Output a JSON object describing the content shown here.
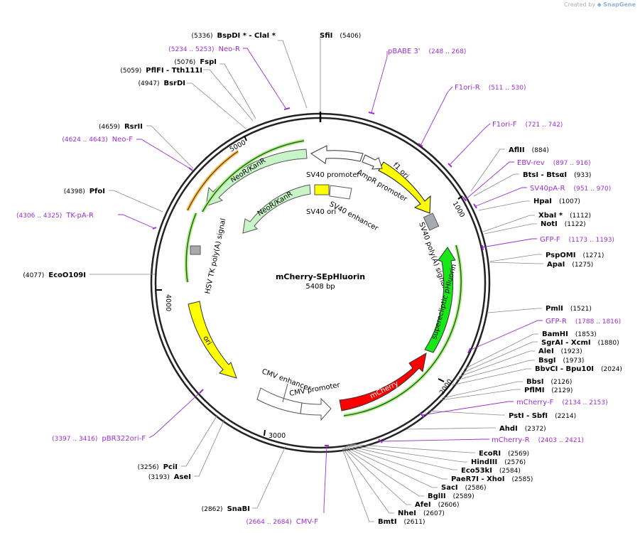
{
  "credit": {
    "prefix": "Created by",
    "brand": "SnapGene"
  },
  "plasmid": {
    "name": "mCherry-SEpHluorin",
    "length": 5408,
    "length_label": "5408 bp"
  },
  "ticks": [
    "1000",
    "2000",
    "3000",
    "4000",
    "5000"
  ],
  "colors": {
    "primer": "#9b30d0",
    "yellow": "#ffff00",
    "green": "#18e818",
    "red": "#ff0000",
    "light_green": "#c8f5c8",
    "gray": "#a7aab0",
    "orange": "#f7c86a",
    "white": "#ffffff"
  },
  "enzymes_left": [
    {
      "pos": "(5336)",
      "name": "BspDI * - ClaI *"
    },
    {
      "pos": "(5076)",
      "name": "FspI"
    },
    {
      "pos": "(5059)",
      "name": "PflFI - Tth111I"
    },
    {
      "pos": "(4947)",
      "name": "BsrDI"
    },
    {
      "pos": "(4659)",
      "name": "RsrII"
    },
    {
      "pos": "(4398)",
      "name": "PfoI"
    },
    {
      "pos": "(4077)",
      "name": "EcoO109I"
    },
    {
      "pos": "(3256)",
      "name": "PciI"
    },
    {
      "pos": "(3193)",
      "name": "AseI"
    },
    {
      "pos": "(2862)",
      "name": "SnaBI"
    }
  ],
  "enzymes_right": [
    {
      "name": "SfiI",
      "pos": "(5406)"
    },
    {
      "name": "AflII",
      "pos": "(884)"
    },
    {
      "name": "BtsI - BtsαI",
      "pos": "(933)"
    },
    {
      "name": "HpaI",
      "pos": "(1007)"
    },
    {
      "name": "XbaI *",
      "pos": "(1112)"
    },
    {
      "name": "NotI",
      "pos": "(1122)"
    },
    {
      "name": "PspOMI",
      "pos": "(1271)"
    },
    {
      "name": "ApaI",
      "pos": "(1275)"
    },
    {
      "name": "PmlI",
      "pos": "(1521)"
    },
    {
      "name": "BamHI",
      "pos": "(1853)"
    },
    {
      "name": "SgrAI - XcmI",
      "pos": "(1880)"
    },
    {
      "name": "AleI",
      "pos": "(1923)"
    },
    {
      "name": "BsgI",
      "pos": "(1973)"
    },
    {
      "name": "BbvCI - Bpu10I",
      "pos": "(2024)"
    },
    {
      "name": "BbsI",
      "pos": "(2126)"
    },
    {
      "name": "PflMI",
      "pos": "(2129)"
    },
    {
      "name": "PstI - SbfI",
      "pos": "(2214)"
    },
    {
      "name": "AhdI",
      "pos": "(2372)"
    },
    {
      "name": "EcoRI",
      "pos": "(2569)"
    },
    {
      "name": "HindIII",
      "pos": "(2576)"
    },
    {
      "name": "Eco53kI",
      "pos": "(2584)"
    },
    {
      "name": "PaeR7I - XhoI",
      "pos": "(2585)"
    },
    {
      "name": "SacI",
      "pos": "(2586)"
    },
    {
      "name": "BglII",
      "pos": "(2589)"
    },
    {
      "name": "AfeI",
      "pos": "(2606)"
    },
    {
      "name": "NheI",
      "pos": "(2607)"
    },
    {
      "name": "BmtI",
      "pos": "(2611)"
    }
  ],
  "primers": [
    {
      "pos": "(5234 .. 5253)",
      "name": "Neo-R"
    },
    {
      "pos": "(248 .. 268)",
      "name": "pBABE 3'"
    },
    {
      "pos": "(511 .. 530)",
      "name": "F1ori-R"
    },
    {
      "pos": "(721 .. 742)",
      "name": "F1ori-F"
    },
    {
      "pos": "(897 .. 916)",
      "name": "EBV-rev"
    },
    {
      "pos": "(951 .. 970)",
      "name": "SV40pA-R"
    },
    {
      "pos": "(1173 .. 1193)",
      "name": "GFP-F"
    },
    {
      "pos": "(1788 .. 1816)",
      "name": "GFP-R"
    },
    {
      "pos": "(2134 .. 2153)",
      "name": "mCherry-F"
    },
    {
      "pos": "(2403 .. 2421)",
      "name": "mCherry-R"
    },
    {
      "pos": "(2664 .. 2684)",
      "name": "CMV-F"
    },
    {
      "pos": "(3397 .. 3416)",
      "name": "pBR322ori-F"
    },
    {
      "pos": "(4306 .. 4325)",
      "name": "TK-pA-R"
    },
    {
      "pos": "(4624 .. 4643)",
      "name": "Neo-F"
    }
  ],
  "features": [
    {
      "label": "f1 ori"
    },
    {
      "label": "AmpR promoter"
    },
    {
      "label": "SV40 promoter"
    },
    {
      "label": "NeoR/KanR"
    },
    {
      "label": "NeoR/KanR"
    },
    {
      "label": "SV40 enhancer"
    },
    {
      "label": "SV40 ori"
    },
    {
      "label": "SV40 poly(A) signal"
    },
    {
      "label": "superecliptic pHluorin"
    },
    {
      "label": "mCherry"
    },
    {
      "label": "CMV enhancer"
    },
    {
      "label": "CMV promoter"
    },
    {
      "label": "ori"
    },
    {
      "label": "HSV TK poly(A) signal"
    }
  ]
}
